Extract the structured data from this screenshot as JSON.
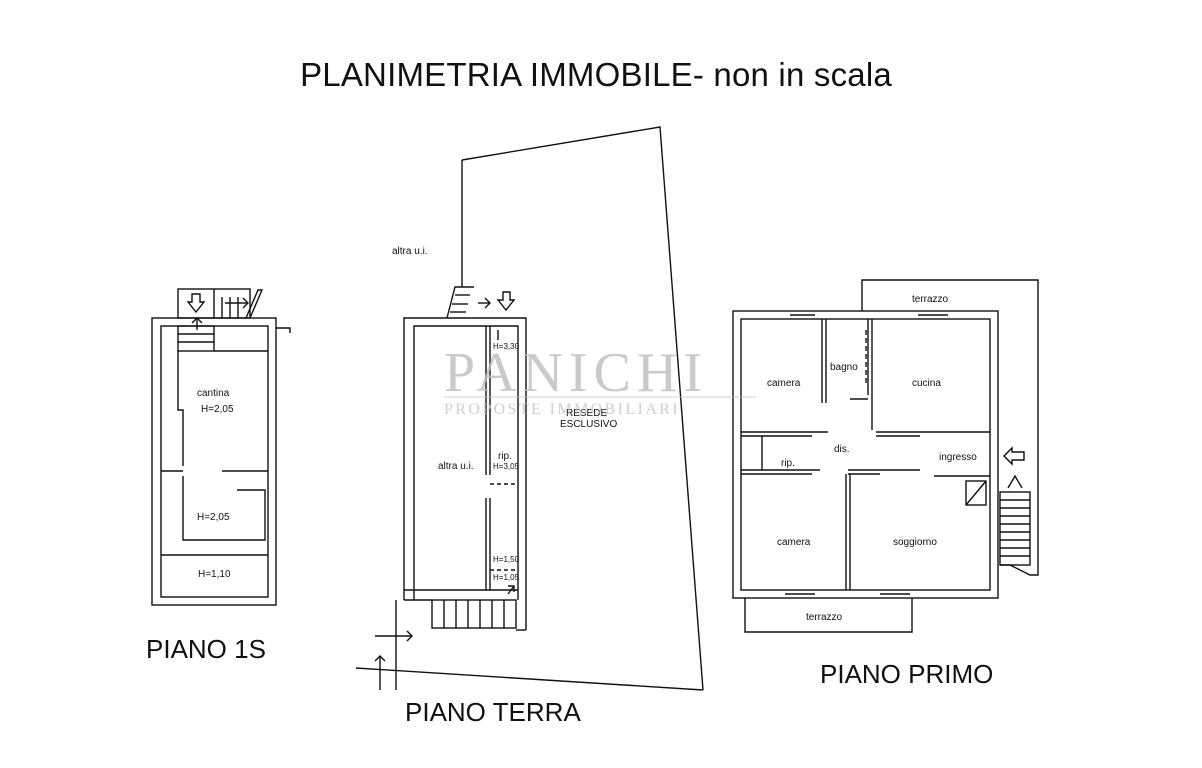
{
  "title": "PLANIMETRIA IMMOBILE- non in scala",
  "watermark": {
    "brand": "PANICHI",
    "tagline": "PROPOSTE IMMOBILIARI"
  },
  "floors": [
    {
      "label": "PIANO 1S",
      "rooms": [
        {
          "name": "cantina",
          "height": "H=2,05"
        },
        {
          "height": "H=2,05"
        },
        {
          "height": "H=1,10"
        }
      ]
    },
    {
      "label": "PIANO TERRA",
      "rooms": [
        {
          "name": "altra u.i."
        },
        {
          "name": "altra u.i."
        },
        {
          "name": "RESEDE",
          "detail": "ESCLUSIVO"
        },
        {
          "name": "rip.",
          "height": "H=3,05"
        },
        {
          "height": "H=3,30"
        },
        {
          "height": "H=1,50"
        },
        {
          "height": "H=1,05"
        }
      ]
    },
    {
      "label": "PIANO PRIMO",
      "rooms": [
        {
          "name": "camera"
        },
        {
          "name": "bagno"
        },
        {
          "name": "cucina"
        },
        {
          "name": "dis."
        },
        {
          "name": "rip."
        },
        {
          "name": "ingresso"
        },
        {
          "name": "camera"
        },
        {
          "name": "soggiorno"
        },
        {
          "name": "terrazzo"
        },
        {
          "name": "terrazzo"
        }
      ]
    }
  ]
}
